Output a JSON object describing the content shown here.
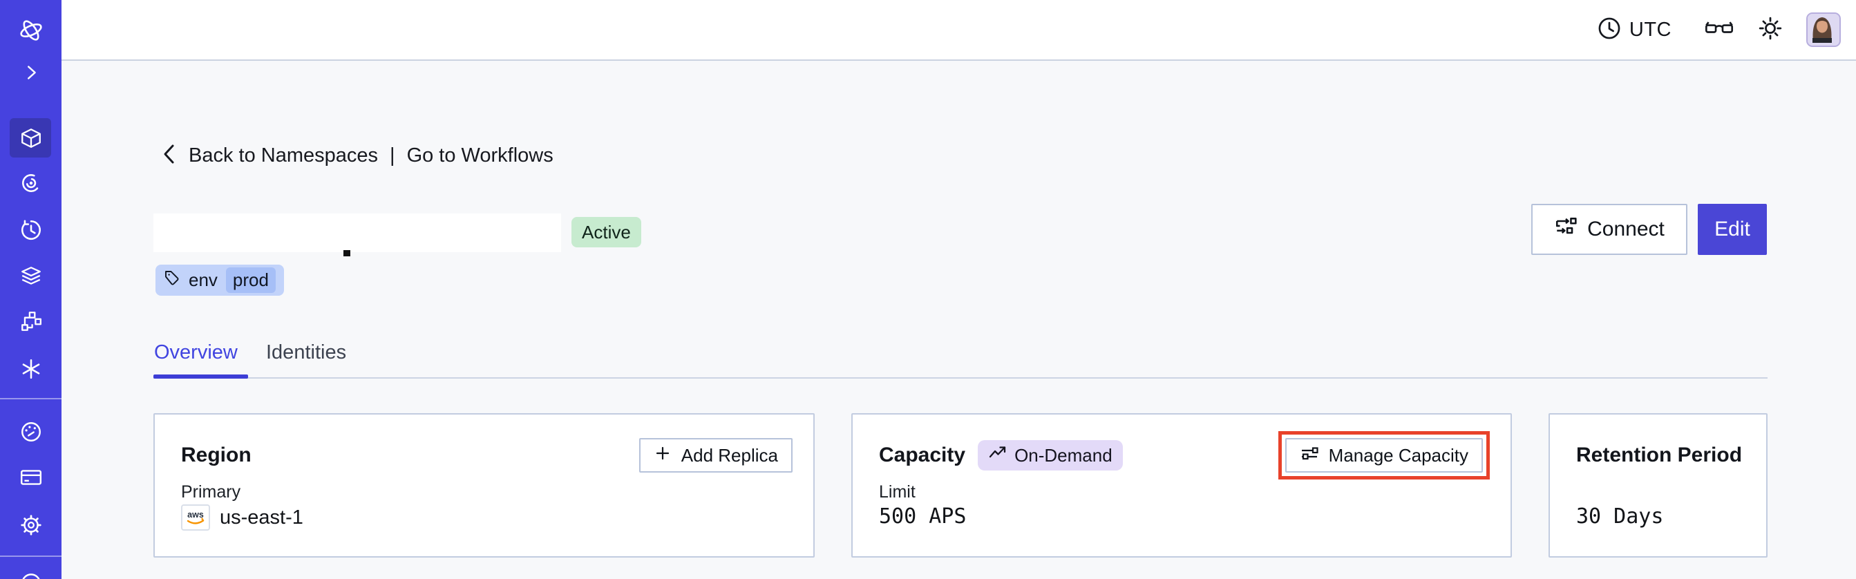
{
  "topbar": {
    "timezone": "UTC",
    "icons": [
      "clock-icon",
      "reader-glasses-icon",
      "light-theme-sun-icon",
      "user-avatar"
    ]
  },
  "sidebar": {
    "items": [
      {
        "icon": "temporal-logo-icon",
        "active": false
      },
      {
        "icon": "expand-chevron-icon",
        "active": false
      },
      {
        "icon": "namespaces-cube-icon",
        "active": true
      },
      {
        "icon": "spiral-icon",
        "active": false
      },
      {
        "icon": "history-clock-icon",
        "active": false
      },
      {
        "icon": "layers-icon",
        "active": false
      },
      {
        "icon": "workflow-branch-icon",
        "active": false
      },
      {
        "icon": "asterisk-icon",
        "active": false
      },
      {
        "icon": "usage-gauge-icon",
        "active": false
      },
      {
        "icon": "billing-card-icon",
        "active": false
      },
      {
        "icon": "settings-gear-icon",
        "active": false
      },
      {
        "icon": "partial-bottom-icon",
        "active": false
      }
    ]
  },
  "page": {
    "back_link": "Back to Namespaces",
    "link_separator": "|",
    "workflows_link": "Go to Workflows",
    "status_badge": "Active",
    "tag_chip": {
      "key": "env",
      "value": "prod"
    },
    "actions": {
      "connect": "Connect",
      "edit": "Edit"
    },
    "tabs": [
      {
        "label": "Overview",
        "active": true
      },
      {
        "label": "Identities",
        "active": false
      }
    ],
    "cards": [
      {
        "id": "region",
        "title": "Region",
        "action_label": "Add Replica",
        "field_label": "Primary",
        "value": "us-east-1",
        "provider_icon": "aws-logo-icon"
      },
      {
        "id": "capacity",
        "title": "Capacity",
        "badge": "On-Demand",
        "action_label": "Manage Capacity",
        "action_highlighted": true,
        "field_label": "Limit",
        "value": "500 APS"
      },
      {
        "id": "retention",
        "title": "Retention Period",
        "value": "30 Days"
      }
    ]
  },
  "colors": {
    "sidebar": "#4642df",
    "sidebar_active": "#3937b3",
    "accent_indigo": "#4a46d6",
    "tab_active": "#4145e0",
    "status_badge_bg": "#c7ebcf",
    "on_demand_badge_bg": "#e3daf8",
    "tag_chip_bg": "#c2d3fa",
    "tag_value_bg": "#a6bff7",
    "highlight_red": "#e8422b",
    "card_border": "#c2cce0",
    "content_bg": "#f7f8fa",
    "aws_orange": "#f79400"
  }
}
